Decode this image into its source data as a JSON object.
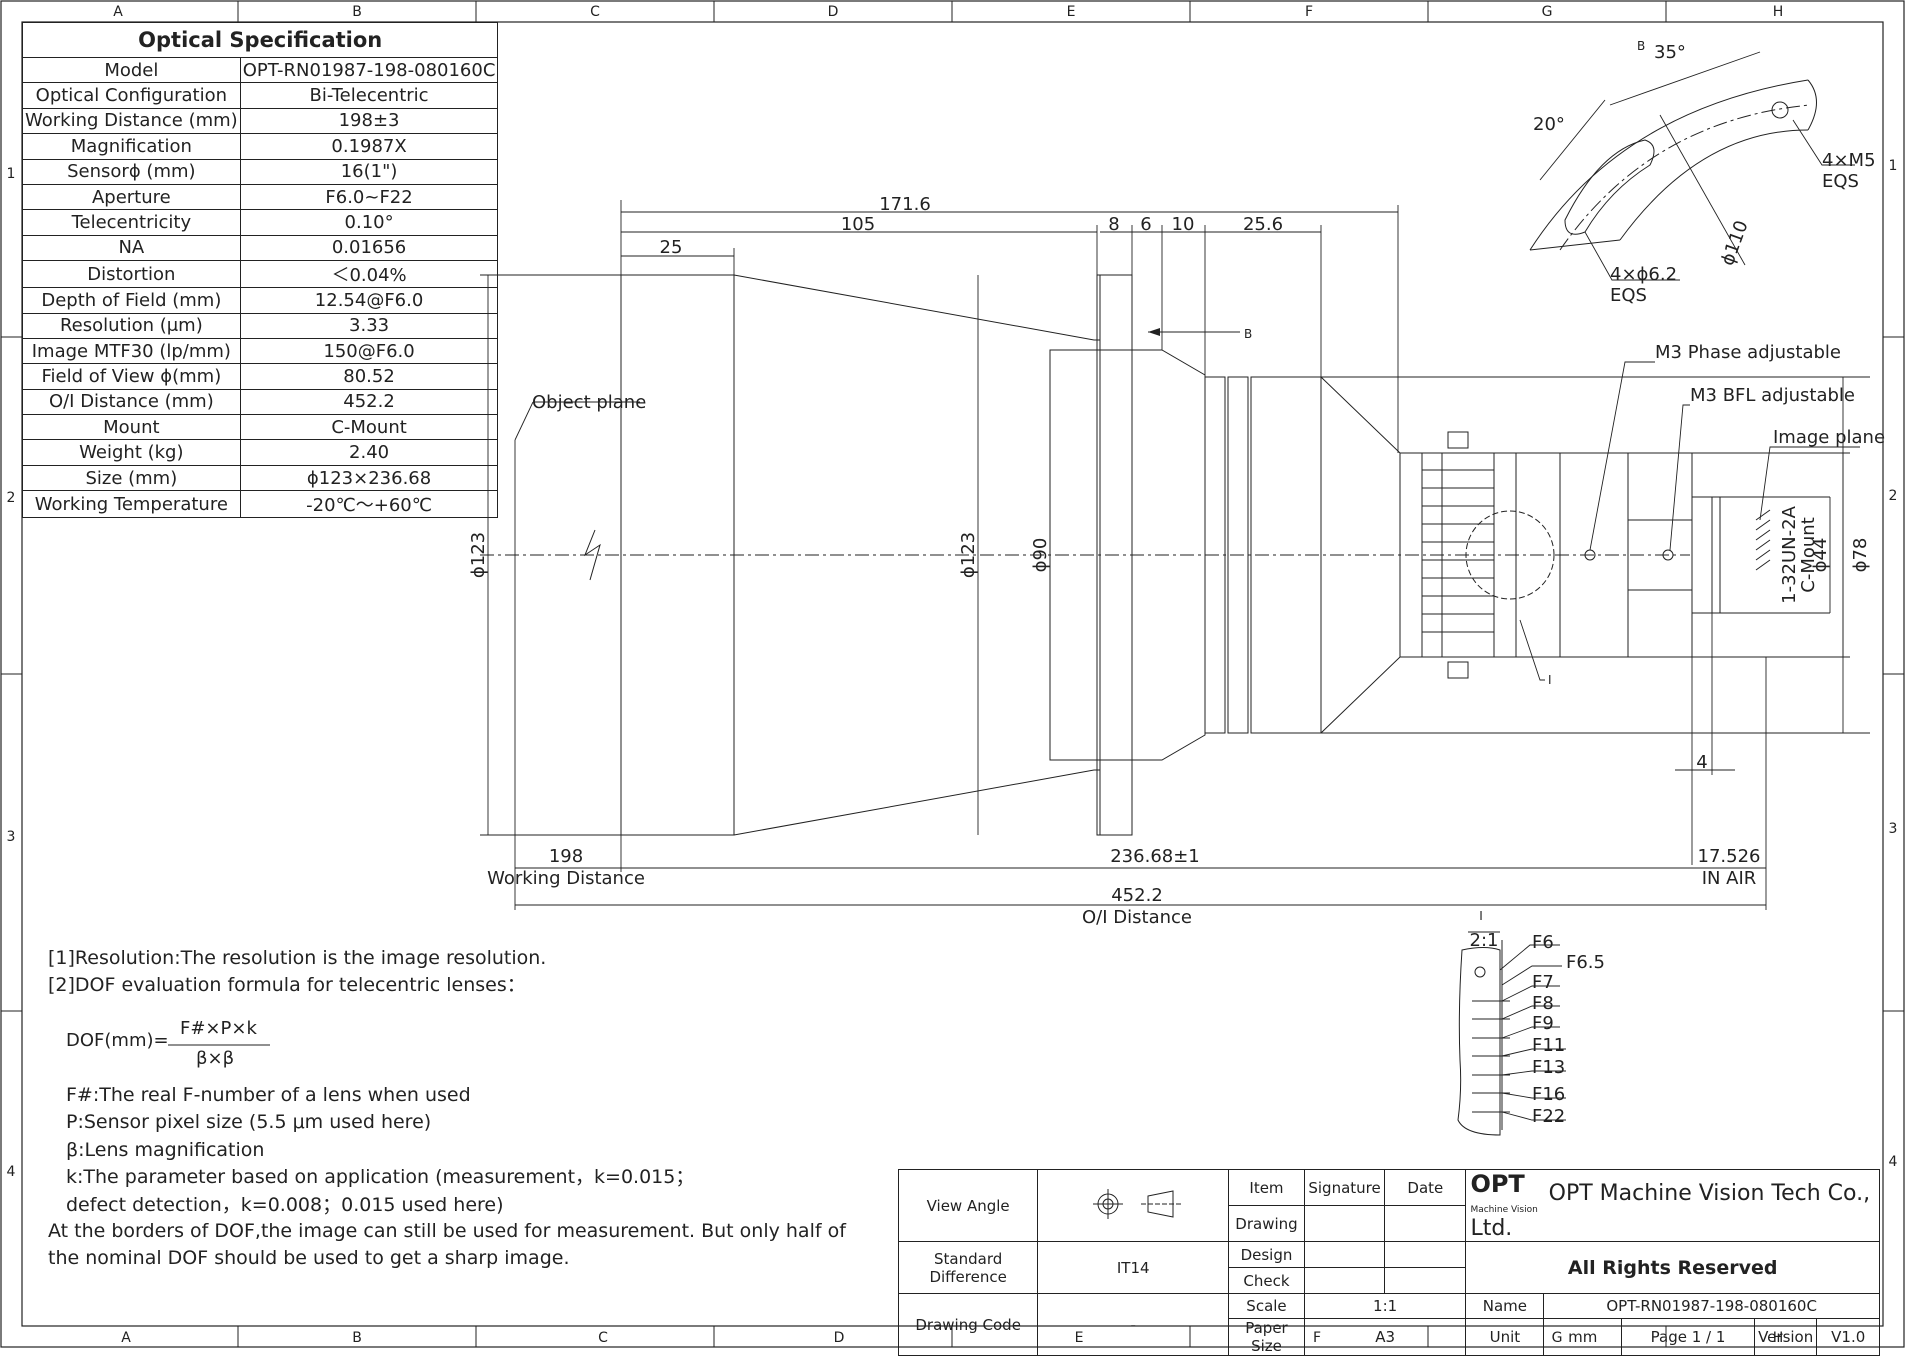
{
  "frame": {
    "columns": [
      "A",
      "B",
      "C",
      "D",
      "E",
      "F",
      "G",
      "H"
    ],
    "rows": [
      "1",
      "2",
      "3",
      "4"
    ]
  },
  "spec": {
    "title": "Optical Specification",
    "rows": [
      {
        "k": "Model",
        "v": "OPT-RN01987-198-080160C"
      },
      {
        "k": "Optical Configuration",
        "v": "Bi-Telecentric"
      },
      {
        "k": "Working Distance (mm)",
        "v": "198±3"
      },
      {
        "k": "Magnification",
        "v": "0.1987X"
      },
      {
        "k": "Sensorϕ (mm)",
        "v": "16(1\")"
      },
      {
        "k": "Aperture",
        "v": "F6.0~F22"
      },
      {
        "k": "Telecentricity",
        "v": "0.10°"
      },
      {
        "k": "NA",
        "v": "0.01656"
      },
      {
        "k": "Distortion",
        "v": "＜0.04%"
      },
      {
        "k": "Depth of Field (mm)",
        "v": "12.54@F6.0"
      },
      {
        "k": "Resolution (μm)",
        "v": "3.33"
      },
      {
        "k": "Image MTF30 (lp/mm)",
        "v": "150@F6.0"
      },
      {
        "k": "Field of View ϕ(mm)",
        "v": "80.52"
      },
      {
        "k": "O/I Distance (mm)",
        "v": "452.2"
      },
      {
        "k": "Mount",
        "v": "C-Mount"
      },
      {
        "k": "Weight (kg)",
        "v": "2.40"
      },
      {
        "k": "Size (mm)",
        "v": "ϕ123×236.68"
      },
      {
        "k": "Working Temperature",
        "v": "-20℃～+60℃"
      }
    ]
  },
  "drawing": {
    "dims": {
      "total_len": "171.6",
      "d105": "105",
      "d25": "25",
      "d8": "8",
      "d6": "6",
      "d10": "10",
      "d256": "25.6",
      "phi123_left": "ϕ123",
      "phi123_mid": "ϕ123",
      "phi90": "ϕ90",
      "phi44": "ϕ44",
      "phi78": "ϕ78",
      "d4": "4",
      "wd": "198",
      "wd_label": "Working Distance",
      "body_len": "236.68±1",
      "bfl": "17.526",
      "bfl_label": "IN AIR",
      "oi": "452.2",
      "oi_label": "O/I Distance"
    },
    "labels": {
      "object_plane": "Object plane",
      "m3_phase": "M3 Phase adjustable",
      "m3_bfl": "M3 BFL adjustable",
      "image_plane": "Image plane",
      "thread": "1-32UN-2A",
      "cmount": "C-Mount",
      "b_marker": "B",
      "i_marker": "I"
    },
    "view_b": {
      "b": "B",
      "a35": "35°",
      "a20": "20°",
      "m5": "4×M5",
      "eqs1": "EQS",
      "phi110": "ϕ110",
      "phi62": "4×ϕ6.2",
      "eqs2": "EQS"
    },
    "view_i": {
      "i": "I",
      "scale": "2:1",
      "stops": [
        "F6",
        "F6.5",
        "F7",
        "F8",
        "F9",
        "F11",
        "F13",
        "F16",
        "F22"
      ]
    }
  },
  "notes": {
    "n1": "[1]Resolution:The resolution is  the image resolution.",
    "n2": "[2]DOF evaluation formula for telecentric lenses：",
    "formula_lhs": "DOF(mm)=",
    "formula_num": "F#×P×k",
    "formula_den": "β×β",
    "f": "F#:The real F-number of a lens when used",
    "p": "P:Sensor pixel size (5.5 μm used here)",
    "b": "β:Lens magnification",
    "k1": "k:The parameter based on application (measurement，k=0.015；",
    "k2": "defect detection，k=0.008；0.015 used here)",
    "w1": "At the borders of DOF,the image can still be used for measurement. But only half of",
    "w2": "the nominal DOF should be used to get a sharp image."
  },
  "title_block": {
    "view_angle": "View Angle",
    "std_diff": "Standard Difference",
    "std_val": "IT14",
    "drawing_code": "Drawing Code",
    "code_val": "-",
    "item": "Item",
    "signature": "Signature",
    "date": "Date",
    "drawing": "Drawing",
    "design": "Design",
    "check": "Check",
    "scale": "Scale",
    "scale_val": "1:1",
    "paper": "Paper Size",
    "paper_val": "A3",
    "logo": "OPT",
    "logo_sub": "Machine Vision",
    "company": "OPT Machine Vision Tech Co., Ltd.",
    "rights": "All Rights Reserved",
    "name": "Name",
    "name_val": "OPT-RN01987-198-080160C",
    "unit": "Unit",
    "unit_val": "mm",
    "page": "Page  1 / 1",
    "version": "Version",
    "version_val": "V1.0"
  }
}
